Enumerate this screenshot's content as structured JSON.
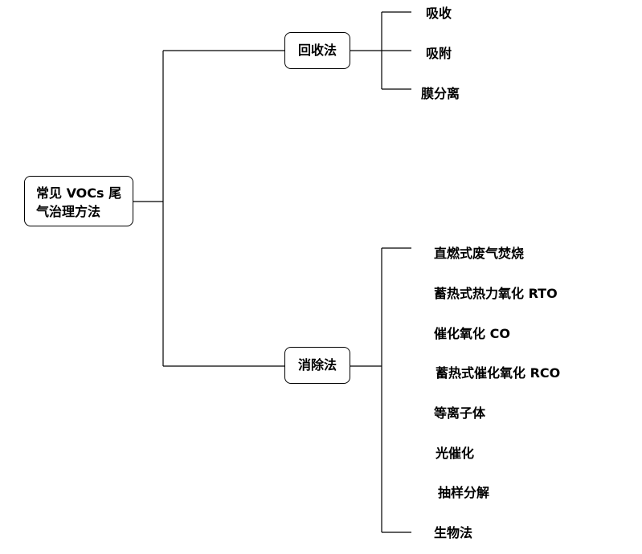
{
  "root": {
    "line1": "常见 VOCs 尾",
    "line2": "气治理方法"
  },
  "categories": [
    {
      "label": "回收法",
      "items": [
        "吸收",
        "吸附",
        "膜分离"
      ]
    },
    {
      "label": "消除法",
      "items": [
        "直燃式废气焚烧",
        "蓄热式热力氧化 RTO",
        "催化氧化 CO",
        "蓄热式催化氧化 RCO",
        "等离子体",
        "光催化",
        "抽样分解",
        "生物法"
      ]
    }
  ]
}
